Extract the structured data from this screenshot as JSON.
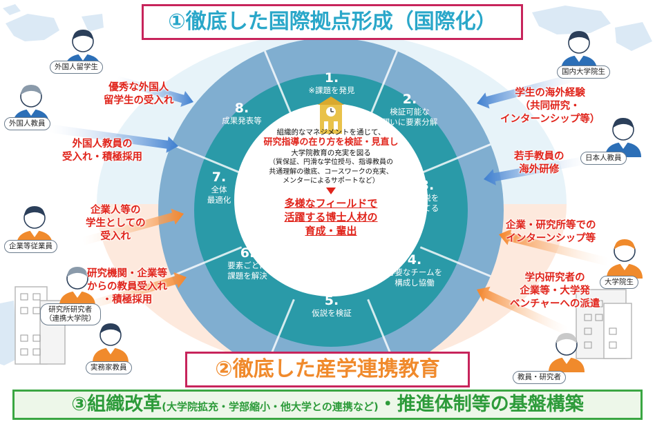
{
  "colors": {
    "title_border": "#c7245b",
    "title1_text": "#2aa7c9",
    "title2_text": "#f08a2c",
    "bar_border": "#3aa642",
    "wheel_outer": "#80aed0",
    "wheel_inner": "#2a9aa8",
    "annotation_red": "#e0241b"
  },
  "title1": "①徹底した国際拠点形成（国際化）",
  "title2": "②徹底した産学連携教育",
  "bottom_bar": {
    "main": "③組織改革",
    "sub": "(大学院拡充・学部縮小・他大学との連携など)",
    "tail": "・推進体制等の基盤構築"
  },
  "wheel_steps": [
    {
      "num": "1.",
      "text": "※課題を発見"
    },
    {
      "num": "2.",
      "text": "検証可能な\n問いに要素分解"
    },
    {
      "num": "3.",
      "text": "仮説を\n立てる"
    },
    {
      "num": "4.",
      "text": "必要なチームを\n構成し協働"
    },
    {
      "num": "5.",
      "text": "仮説を検証"
    },
    {
      "num": "6.",
      "text": "要素ごとに\n課題を解決"
    },
    {
      "num": "7.",
      "text": "全体\n最適化"
    },
    {
      "num": "8.",
      "text": "成果発表等"
    }
  ],
  "center": {
    "line1": "組織的なマネジメントを通じて、",
    "line2": "研究指導の在り方を検証・見直し",
    "line3": "大学院教育の充実を図る",
    "line4": "（質保証、円滑な学位授与、指導教員の\n共通理解の徹底、コースワークの充実、\nメンターによるサポートなど）",
    "result": "多様なフィールドで\n活躍する博士人材の\n育成・輩出"
  },
  "people": [
    {
      "label": "外国人留学生",
      "icon": "student-icon"
    },
    {
      "label": "外国人教員",
      "icon": "professor-icon"
    },
    {
      "label": "国内大学院生",
      "icon": "female-student-icon"
    },
    {
      "label": "日本人教員",
      "icon": "teacher-icon"
    },
    {
      "label": "企業等従業員",
      "icon": "employee-icon"
    },
    {
      "label": "研究所研究者\n（連携大学院）",
      "icon": "researcher-icon"
    },
    {
      "label": "実務家教員",
      "icon": "practitioner-icon"
    },
    {
      "label": "大学院生",
      "icon": "grad-student-icon"
    },
    {
      "label": "教員・研究者",
      "icon": "faculty-icon"
    }
  ],
  "annotations": {
    "foreign_students": "優秀な外国人\n留学生の受入れ",
    "foreign_faculty": "外国人教員の\n受入れ・積極採用",
    "overseas_experience": "学生の海外経験\n（共同研究・\nインターンシップ等）",
    "young_faculty": "若手教員の\n海外研修",
    "company_staff": "企業人等の\n学生としての\n受入れ",
    "research_inst": "研究機関・企業等\nからの教員受入れ\n・積極採用",
    "internship": "企業・研究所等での\nインターンシップ等",
    "dispatch": "学内研究者の\n企業等・大学発\nベンチャーへの派遣"
  }
}
